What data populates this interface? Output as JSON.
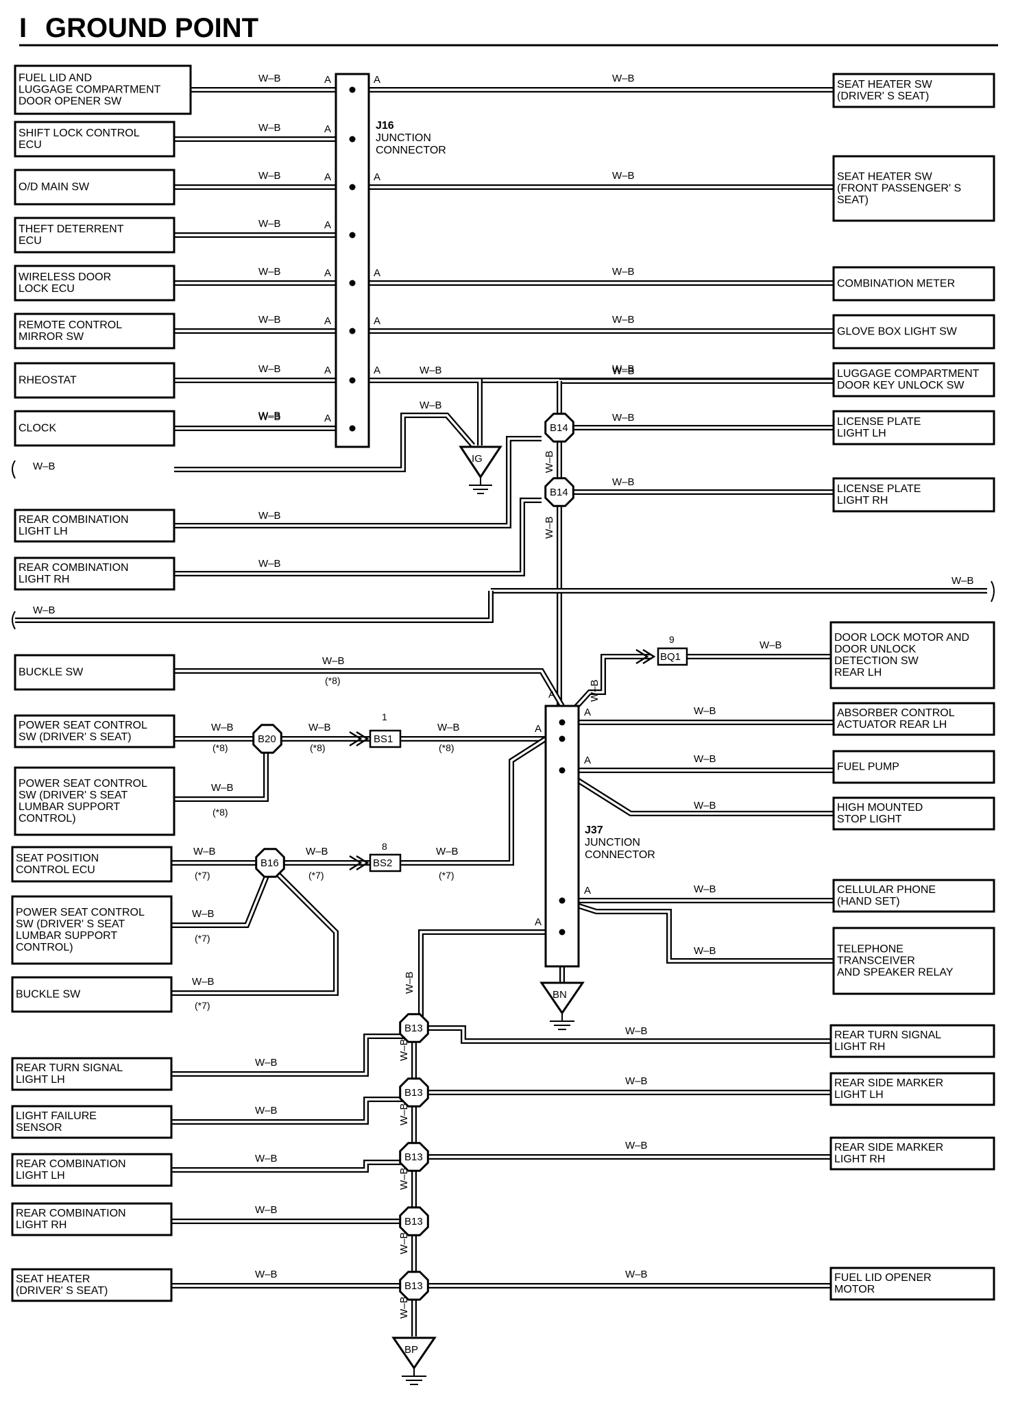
{
  "title": "GROUND POINT",
  "title_marker": "I",
  "wire_color": "W–B",
  "junctions": {
    "j16": {
      "name": "J16",
      "line1": "JUNCTION",
      "line2": "CONNECTOR"
    },
    "j37": {
      "name": "J37",
      "line1": "JUNCTION",
      "line2": "CONNECTOR"
    }
  },
  "ground_points": {
    "ig": "IG",
    "bn": "BN",
    "bp": "BP"
  },
  "connectors": {
    "b14": "B14",
    "b13": "B13",
    "b20": "B20",
    "b16": "B16",
    "bs1": "BS1",
    "bs2": "BS2",
    "bq1": "BQ1",
    "bs1_pin": "1",
    "bs2_pin": "8",
    "bq1_pin": "9",
    "pin_a": "A"
  },
  "notes": {
    "n7": "(*7)",
    "n8": "(*8)"
  },
  "left_components": [
    {
      "id": "fuel-lid-opener-sw",
      "lines": [
        "FUEL LID AND",
        "LUGGAGE COMPARTMENT",
        "DOOR OPENER SW"
      ]
    },
    {
      "id": "shift-lock-ecu",
      "lines": [
        "SHIFT LOCK CONTROL",
        "ECU"
      ]
    },
    {
      "id": "od-main-sw",
      "lines": [
        "O/D MAIN SW"
      ]
    },
    {
      "id": "theft-deterrent-ecu",
      "lines": [
        "THEFT DETERRENT",
        "ECU"
      ]
    },
    {
      "id": "wireless-door-lock-ecu",
      "lines": [
        "WIRELESS DOOR",
        "LOCK ECU"
      ]
    },
    {
      "id": "remote-mirror-sw",
      "lines": [
        "REMOTE CONTROL",
        "MIRROR SW"
      ]
    },
    {
      "id": "rheostat",
      "lines": [
        "RHEOSTAT"
      ]
    },
    {
      "id": "clock",
      "lines": [
        "CLOCK"
      ]
    },
    {
      "id": "rear-comb-lh-1",
      "lines": [
        "REAR COMBINATION",
        "LIGHT LH"
      ]
    },
    {
      "id": "rear-comb-rh-1",
      "lines": [
        "REAR COMBINATION",
        "LIGHT RH"
      ]
    },
    {
      "id": "buckle-sw-1",
      "lines": [
        "BUCKLE SW"
      ]
    },
    {
      "id": "power-seat-driver",
      "lines": [
        "POWER SEAT CONTROL",
        "SW (DRIVER' S SEAT)"
      ]
    },
    {
      "id": "power-seat-lumbar-1",
      "lines": [
        "POWER SEAT CONTROL",
        "SW (DRIVER' S SEAT",
        "LUMBAR SUPPORT",
        "CONTROL)"
      ]
    },
    {
      "id": "seat-position-ecu",
      "lines": [
        "SEAT POSITION",
        "CONTROL ECU"
      ]
    },
    {
      "id": "power-seat-lumbar-2",
      "lines": [
        "POWER SEAT CONTROL",
        "SW (DRIVER' S SEAT",
        "LUMBAR SUPPORT",
        "CONTROL)"
      ]
    },
    {
      "id": "buckle-sw-2",
      "lines": [
        "BUCKLE SW"
      ]
    },
    {
      "id": "rear-turn-lh",
      "lines": [
        "REAR TURN SIGNAL",
        "LIGHT LH"
      ]
    },
    {
      "id": "light-failure-sensor",
      "lines": [
        "LIGHT FAILURE",
        "SENSOR"
      ]
    },
    {
      "id": "rear-comb-lh-2",
      "lines": [
        "REAR COMBINATION",
        "LIGHT LH"
      ]
    },
    {
      "id": "rear-comb-rh-2",
      "lines": [
        "REAR COMBINATION",
        "LIGHT RH"
      ]
    },
    {
      "id": "seat-heater-driver-l",
      "lines": [
        "SEAT HEATER",
        "(DRIVER' S SEAT)"
      ]
    }
  ],
  "right_components": [
    {
      "id": "seat-heater-sw-driver",
      "lines": [
        "SEAT HEATER SW",
        "(DRIVER' S SEAT)"
      ]
    },
    {
      "id": "seat-heater-sw-pass",
      "lines": [
        "SEAT HEATER SW",
        "(FRONT PASSENGER' S",
        " SEAT)"
      ]
    },
    {
      "id": "combination-meter",
      "lines": [
        "COMBINATION METER"
      ]
    },
    {
      "id": "glove-box-light-sw",
      "lines": [
        "GLOVE BOX LIGHT SW"
      ]
    },
    {
      "id": "luggage-key-unlock-sw",
      "lines": [
        "LUGGAGE COMPARTMENT",
        "DOOR KEY UNLOCK SW"
      ]
    },
    {
      "id": "license-plate-lh",
      "lines": [
        "LICENSE PLATE",
        "LIGHT LH"
      ]
    },
    {
      "id": "license-plate-rh",
      "lines": [
        "LICENSE PLATE",
        "LIGHT RH"
      ]
    },
    {
      "id": "door-lock-motor",
      "lines": [
        "DOOR LOCK MOTOR AND",
        "DOOR UNLOCK",
        "DETECTION SW",
        "REAR LH"
      ]
    },
    {
      "id": "absorber-actuator",
      "lines": [
        "ABSORBER CONTROL",
        "ACTUATOR REAR LH"
      ]
    },
    {
      "id": "fuel-pump",
      "lines": [
        "FUEL PUMP"
      ]
    },
    {
      "id": "high-mounted-stop",
      "lines": [
        "HIGH MOUNTED",
        "STOP LIGHT"
      ]
    },
    {
      "id": "cellular-phone",
      "lines": [
        "CELLULAR PHONE",
        "(HAND SET)"
      ]
    },
    {
      "id": "telephone-transceiver",
      "lines": [
        "TELEPHONE",
        "TRANSCEIVER",
        "AND SPEAKER RELAY"
      ]
    },
    {
      "id": "rear-turn-rh",
      "lines": [
        "REAR TURN SIGNAL",
        "LIGHT RH"
      ]
    },
    {
      "id": "rear-side-marker-lh",
      "lines": [
        "REAR SIDE MARKER",
        "LIGHT LH"
      ]
    },
    {
      "id": "rear-side-marker-rh",
      "lines": [
        "REAR SIDE MARKER",
        "LIGHT RH"
      ]
    },
    {
      "id": "fuel-lid-opener-motor",
      "lines": [
        "FUEL LID OPENER",
        "MOTOR"
      ]
    }
  ]
}
